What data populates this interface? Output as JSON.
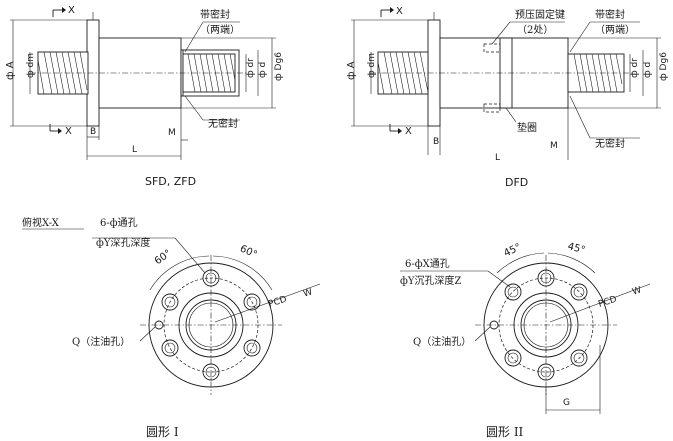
{
  "top_left": {
    "section_mark": "X",
    "sec_bottom": "X",
    "label_band_seal": "带密封",
    "label_both_ends": "（两端）",
    "label_no_seal": "无密封",
    "dim_A": "ф A",
    "dim_dm": "ф dm",
    "dim_dr": "ф dr",
    "dim_d": "ф d",
    "dim_Dg6": "ф Dg6",
    "dim_B": "B",
    "dim_L": "L",
    "dim_M": "M",
    "caption": "SFD, ZFD"
  },
  "top_right": {
    "section_mark": "X",
    "sec_bottom": "X",
    "label_preload_key": "预压固定键",
    "label_two_places": "（2处）",
    "label_band_seal": "带密封",
    "label_both_ends": "（两端）",
    "label_washer": "垫圈",
    "label_no_seal": "无密封",
    "dim_A": "ф A",
    "dim_dm": "ф dm",
    "dim_dr": "ф dr",
    "dim_d": "ф d",
    "dim_Dg6": "ф Dg6",
    "dim_B": "B",
    "dim_M": "M",
    "dim_L": "L",
    "caption": "DFD"
  },
  "bottom_left": {
    "view_title": "俯视X-X",
    "hole_label_1": "6-ф通孔",
    "hole_label_2": "фY深孔深度",
    "angle_1": "60°",
    "angle_2": "60°",
    "pcd": "PCD",
    "w": "W",
    "oil_hole": "Q（注油孔）",
    "caption": "圆形 I"
  },
  "bottom_right": {
    "hole_label_1": "6-фX通孔",
    "hole_label_2": "фY沉孔深度Z",
    "angle_1": "45°",
    "angle_2": "45°",
    "pcd": "PCD",
    "w": "W",
    "oil_hole": "Q（注油孔）",
    "dim_G": "G",
    "caption": "圆形 II"
  }
}
